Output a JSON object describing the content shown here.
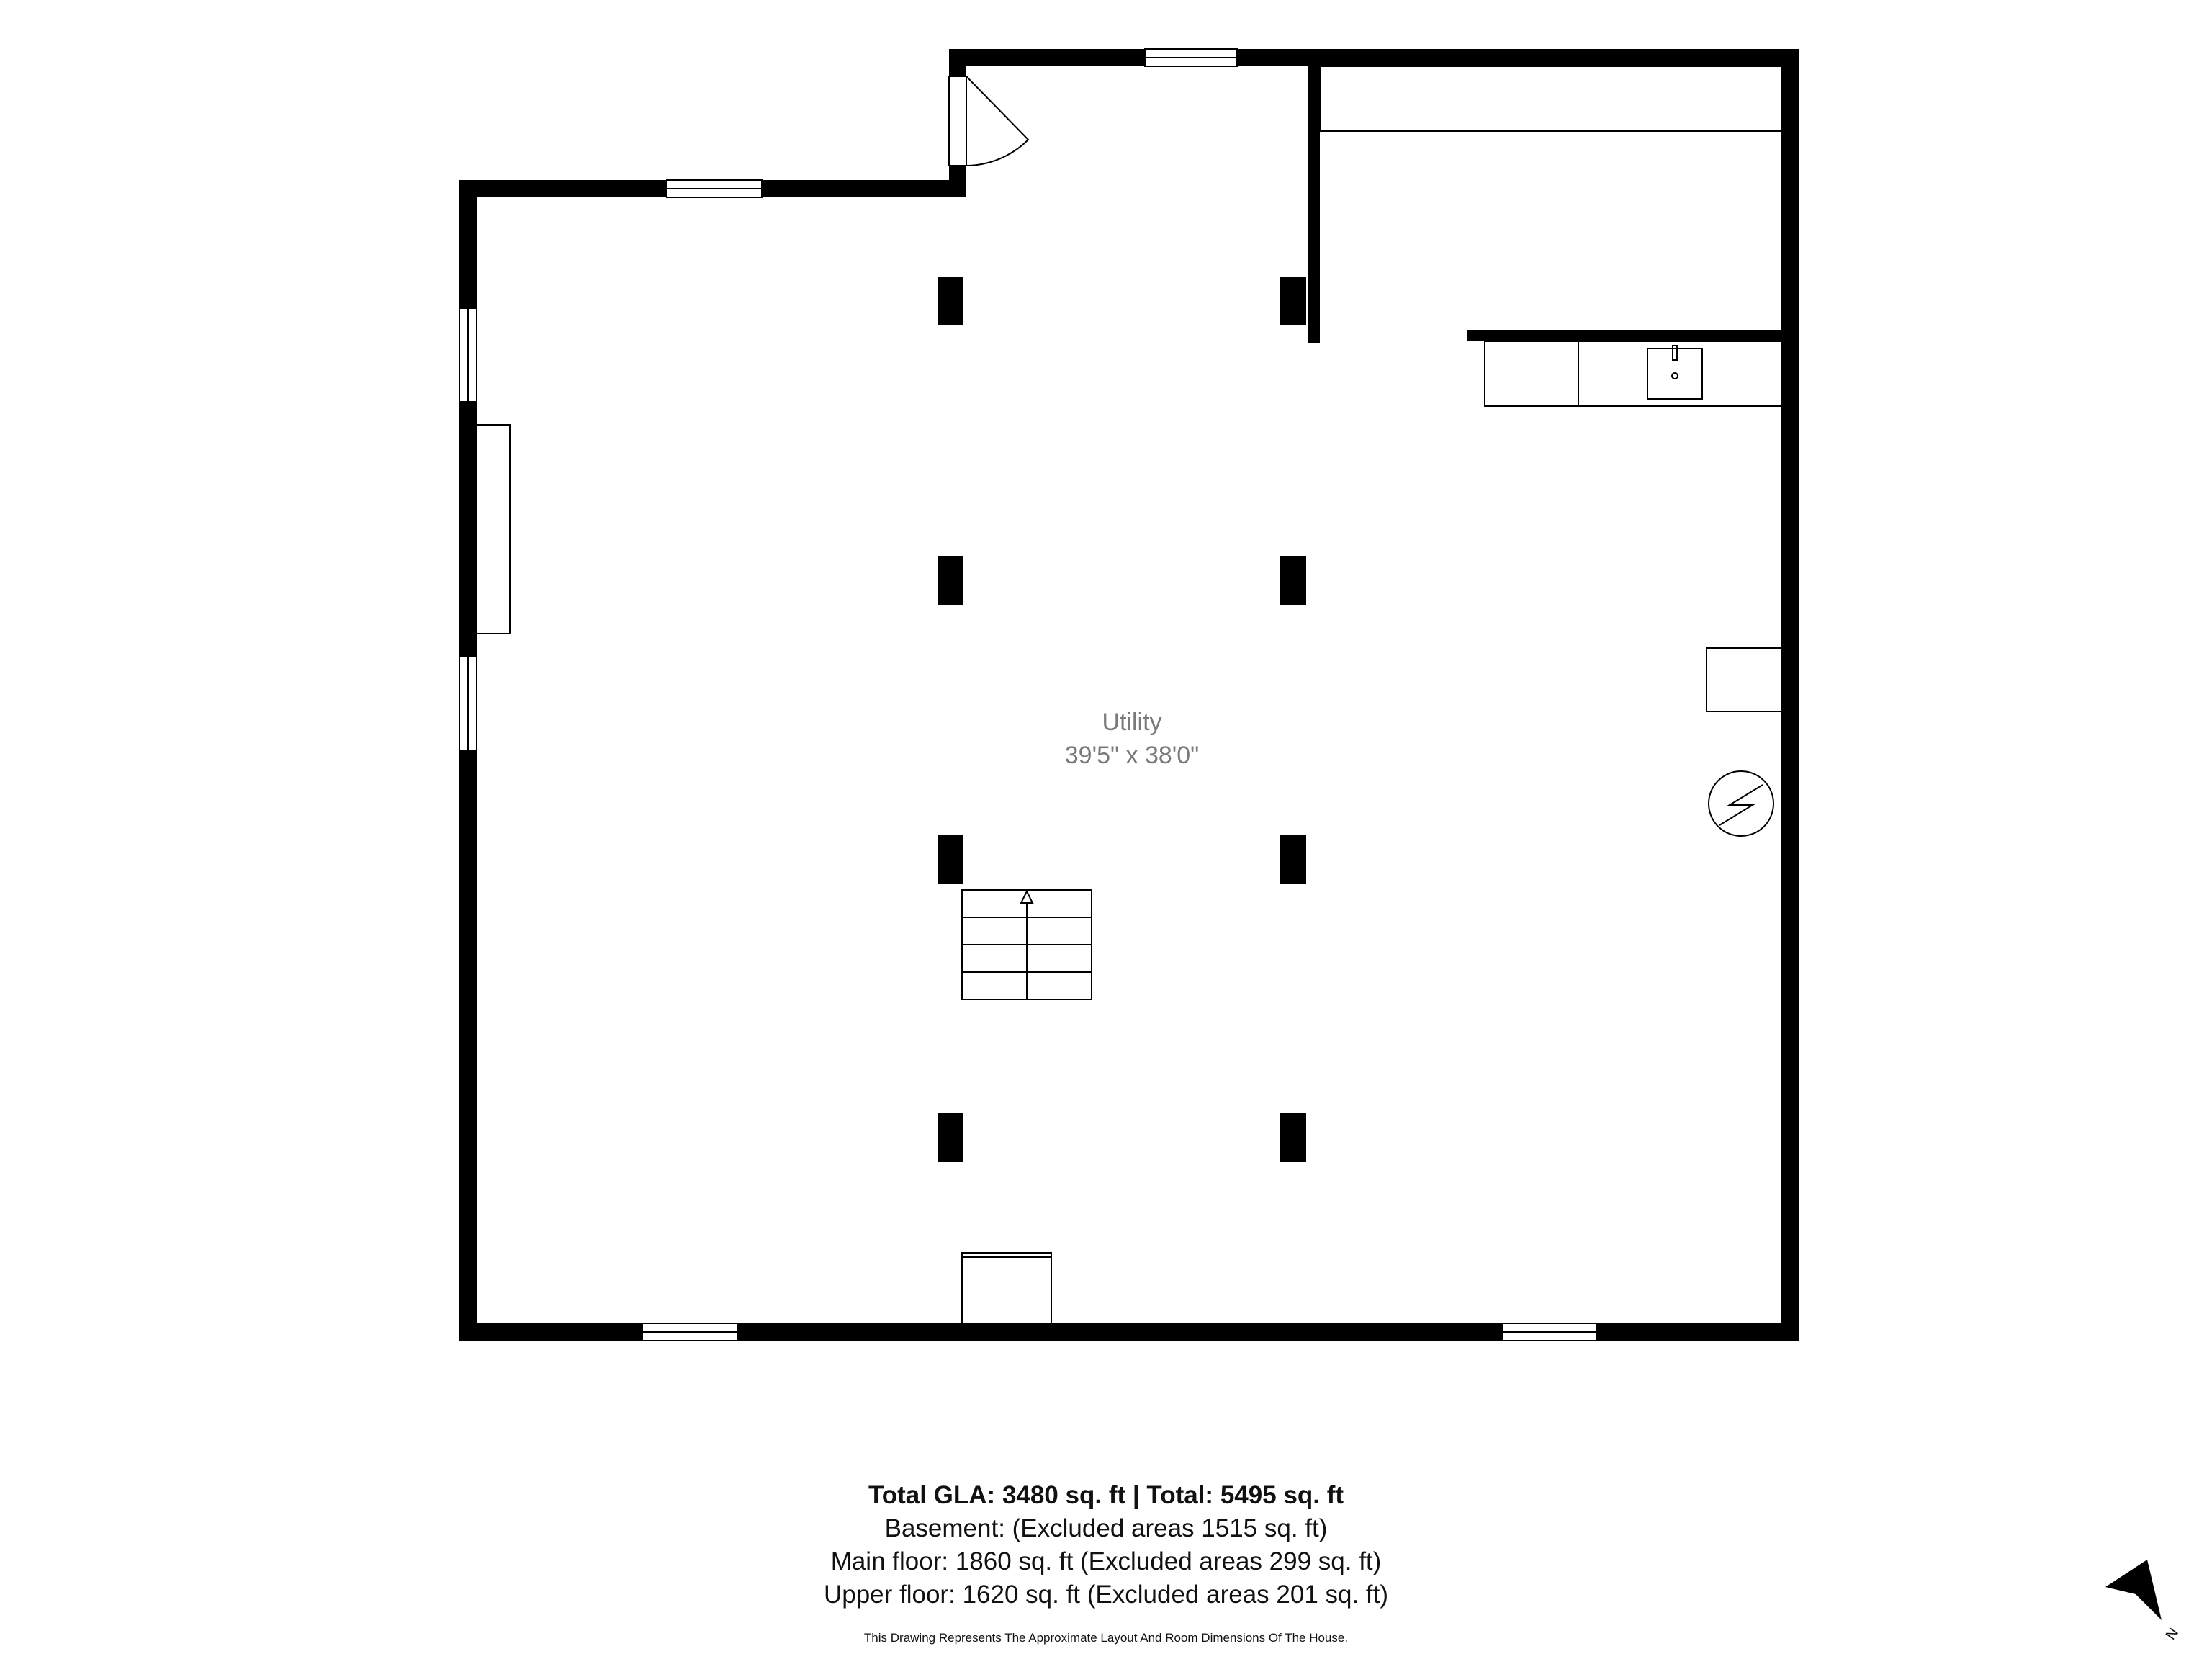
{
  "room": {
    "name": "Utility",
    "dimensions": "39'5\" x 38'0\""
  },
  "summary": {
    "total_gla_label": "Total GLA:",
    "total_gla_value": "3480",
    "total_gla_unit": "sq. ft",
    "separator": "|",
    "total_label": "Total:",
    "total_value": "5495",
    "total_unit": "sq. ft",
    "basement": "Basement: (Excluded areas 1515 sq. ft)",
    "main_floor_label": "Main floor:",
    "main_floor_value": "1860",
    "main_floor_rest": "sq. ft (Excluded areas 299 sq. ft)",
    "upper_floor_label": "Upper floor:",
    "upper_floor_value": "1620",
    "upper_floor_rest": "sq. ft (Excluded areas 201 sq. ft)"
  },
  "disclaimer": "This Drawing Represents The Approximate Layout And Room Dimensions Of The House.",
  "compass": {
    "label": "N",
    "icon": "north-arrow-icon"
  },
  "colors": {
    "wall": "#000000",
    "room_label": "#7a7a7a",
    "text": "#111111"
  }
}
